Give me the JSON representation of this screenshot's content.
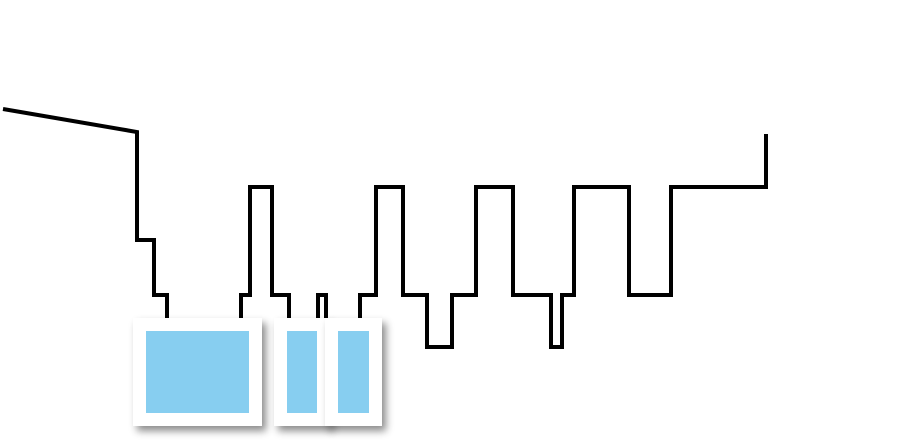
{
  "diagram": {
    "line_color": "#000000",
    "panel_fill_color": "#87CEF0",
    "panel_card_color": "#FFFFFF",
    "panels": [
      {
        "name": "wide-panel"
      },
      {
        "name": "narrow-panel-left"
      },
      {
        "name": "narrow-panel-right"
      }
    ]
  }
}
